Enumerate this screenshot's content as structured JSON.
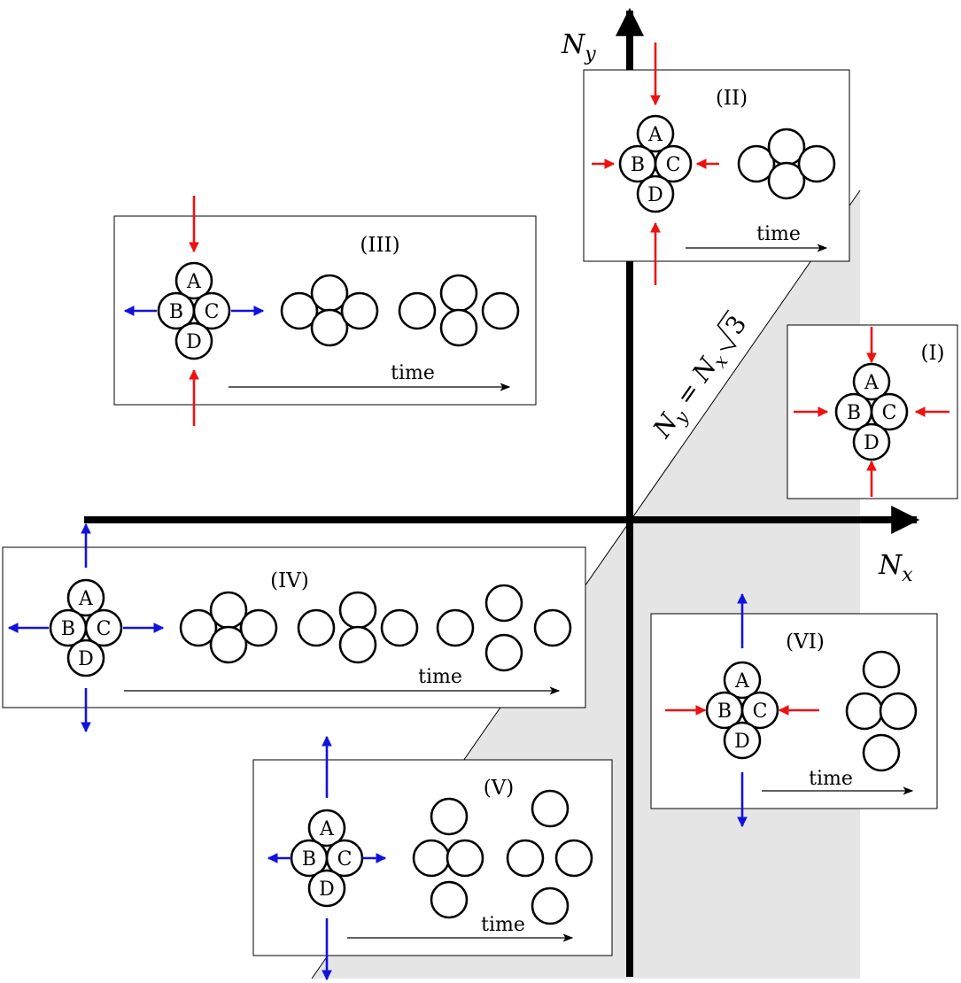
{
  "axes": {
    "y_symbol": "N",
    "y_subscript": "y",
    "x_symbol": "N",
    "x_subscript": "x",
    "diagonal_label_lhs": "N",
    "diagonal_label_lhs_sub": "y",
    "diagonal_label_eq": " = ",
    "diagonal_label_rhs": "N",
    "diagonal_label_rhs_sub": "x",
    "diagonal_label_root": "3"
  },
  "colors": {
    "compression": "#ee1111",
    "tension": "#1111dd",
    "shade": "#e5e5e5"
  },
  "particle_labels": {
    "a": "A",
    "b": "B",
    "c": "C",
    "d": "D"
  },
  "time_label": "time",
  "panels": {
    "p1": {
      "id": "(I)",
      "horizontal": "compression",
      "vertical": "compression"
    },
    "p2": {
      "id": "(II)",
      "horizontal": "compression",
      "vertical": "compression"
    },
    "p3": {
      "id": "(III)",
      "horizontal": "tension",
      "vertical": "compression"
    },
    "p4": {
      "id": "(IV)",
      "horizontal": "tension",
      "vertical": "tension"
    },
    "p5": {
      "id": "(V)",
      "horizontal": "tension",
      "vertical": "tension"
    },
    "p6": {
      "id": "(VI)",
      "horizontal": "compression",
      "vertical": "tension"
    }
  }
}
